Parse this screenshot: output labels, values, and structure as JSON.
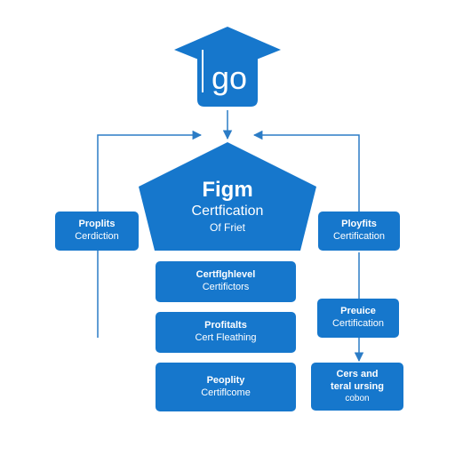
{
  "colors": {
    "primary": "#1677cc",
    "connector": "#2b7cc6",
    "background": "#ffffff"
  },
  "icons": {
    "cap": "graduation-cap-icon"
  },
  "cap": {
    "label": "go"
  },
  "center": {
    "title": "Figm",
    "subtitle": "Certfication",
    "note": "Of Friet"
  },
  "left_box": {
    "title": "Proplits",
    "subtitle": "Cerdiction"
  },
  "right_box": {
    "title": "Ployfits",
    "subtitle": "Certification"
  },
  "stack": [
    {
      "title": "Certflghlevel",
      "subtitle": "Certifictors"
    },
    {
      "title": "Profitalts",
      "subtitle": "Cert Fleathing"
    },
    {
      "title": "Peoplity",
      "subtitle": "Certiflcome"
    }
  ],
  "right_stack": [
    {
      "title": "Preuice",
      "subtitle": "Certification"
    },
    {
      "lines": [
        "Cers and",
        "teral ursing"
      ],
      "note": "cobon"
    }
  ]
}
